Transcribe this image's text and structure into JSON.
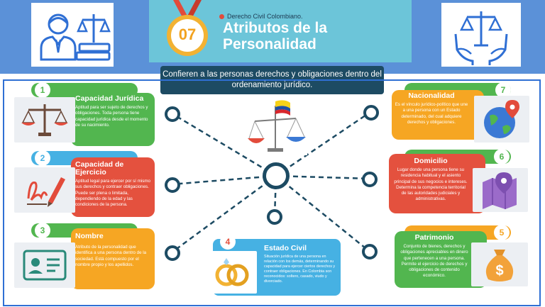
{
  "header": {
    "subtitle": "Derecho Civil Colombiano.",
    "number": "07",
    "title": "Atributos de la Personalidad",
    "banner": "Confieren a las personas derechos y obligaciones dentro del ordenamiento jurídico.",
    "left_icon": "lawyer-scales-books-icon",
    "right_icon": "hands-scales-icon"
  },
  "attributes": [
    {
      "number": "1",
      "title": "Capacidad Jurídica",
      "text": "Aptitud para ser sujeto de derechos y obligaciones. Toda persona tiene capacidad jurídica desde el momento de su nacimiento.",
      "icon": "scales-icon",
      "color": "#52b64f"
    },
    {
      "number": "2",
      "title": "Capacidad de Ejercicio",
      "text": "Aptitud legal para ejercer por sí mismo sus derechos y contraer obligaciones. Puede ser plena o limitada, dependiendo de la edad y las condiciones de la persona.",
      "icon": "signature-pen-icon",
      "color": "#e4513e"
    },
    {
      "number": "3",
      "title": "Nombre",
      "text": "Atributo de la personalidad que identifica a una persona dentro de la sociedad. Está compuesto por el nombre propio y los apellidos.",
      "icon": "id-card-icon",
      "color": "#f6a623"
    },
    {
      "number": "4",
      "title": "Estado Civil",
      "text": "Situación jurídica de una persona en relación con los demás, determinando su capacidad para ejercer ciertos derechos y contraer obligaciones. En Colombia son reconocidos: soltero, casado, viudo y divorciado.",
      "icon": "wedding-rings-icon",
      "color": "#46b1e3"
    },
    {
      "number": "5",
      "title": "Patrimonio",
      "text": "Conjunto de bienes, derechos y obligaciones apreciables en dinero que pertenecen a una persona. Permite el ejercicio de derechos y obligaciones de contenido económico.",
      "icon": "money-bag-icon",
      "color": "#52b64f"
    },
    {
      "number": "6",
      "title": "Domicilio",
      "text": "Lugar donde una persona tiene su residencia habitual y el asiento principal de sus negocios e intereses. Determina la competencia territorial de las autoridades judiciales y administrativas.",
      "icon": "map-pin-icon",
      "color": "#e4513e"
    },
    {
      "number": "7",
      "title": "Nacionalidad",
      "text": "Es el vínculo jurídico-político que une a una persona con un Estado determinado, del cual adquiere derechos y obligaciones.",
      "icon": "globe-pin-icon",
      "color": "#f6a623"
    }
  ],
  "center_icon": "colombia-flag-scales-icon",
  "colors": {
    "topbar": "#5b91d8",
    "title_panel": "#6cc5d9",
    "banner": "#1d4b63",
    "frame": "#2f6fd4",
    "connector": "#1d4b63",
    "medal": "#f2b233"
  }
}
